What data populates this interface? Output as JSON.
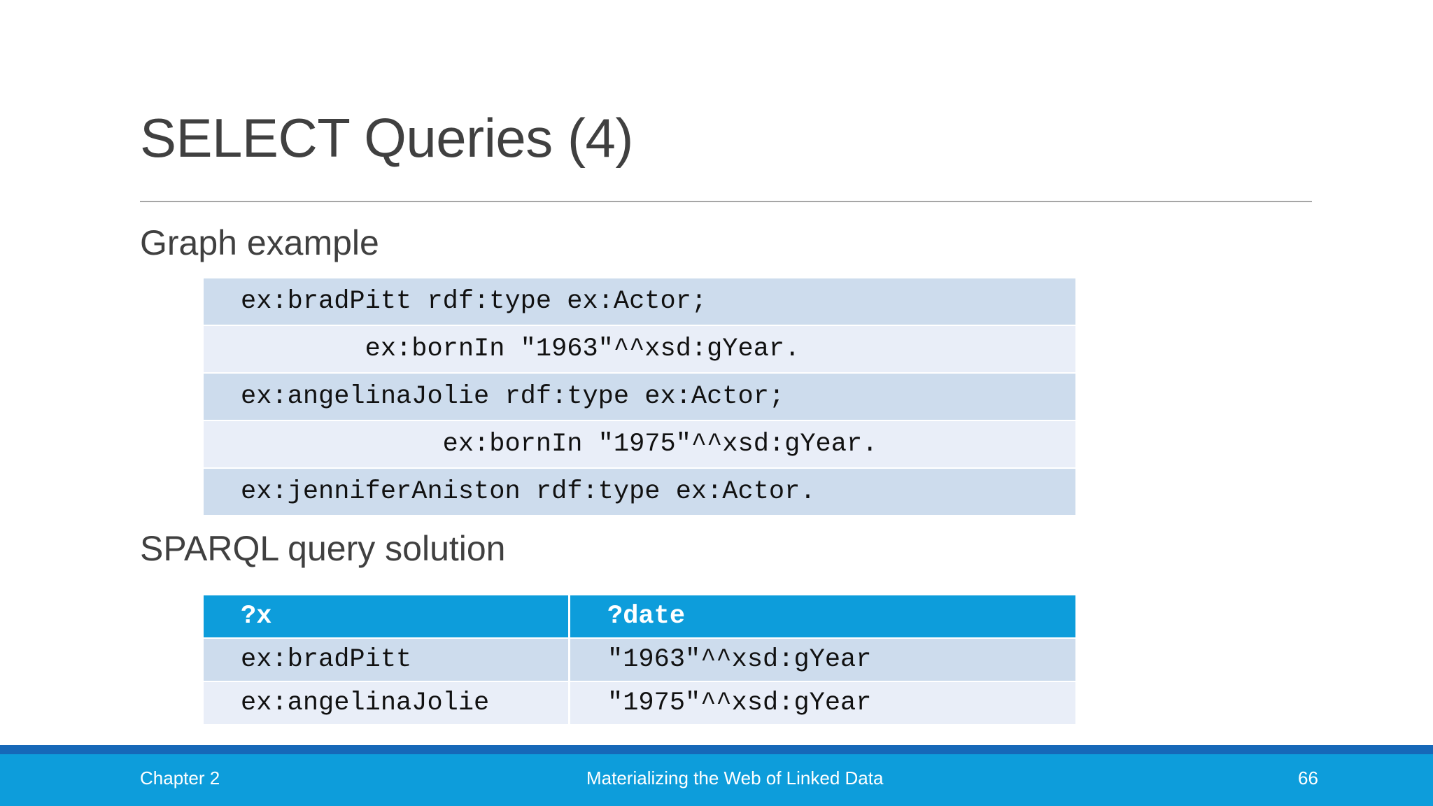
{
  "slide": {
    "title": "SELECT Queries (4)",
    "accent_blue": "#0d9ddb",
    "footer_top_blue": "#1668b8",
    "row_dark": "#cddced",
    "row_light": "#e9eef8",
    "title_color": "#404040"
  },
  "graph_section": {
    "heading": "Graph example",
    "rows": [
      {
        "text": "ex:bradPitt rdf:type ex:Actor;"
      },
      {
        "text": "        ex:bornIn \"1963\"^^xsd:gYear."
      },
      {
        "text": "ex:angelinaJolie rdf:type ex:Actor;"
      },
      {
        "text": "             ex:bornIn \"1975\"^^xsd:gYear."
      },
      {
        "text": "ex:jenniferAniston rdf:type ex:Actor."
      }
    ]
  },
  "solution_section": {
    "heading": "SPARQL query solution",
    "table": {
      "headers": [
        "?x",
        "?date"
      ],
      "rows": [
        [
          "ex:bradPitt",
          "\"1963\"^^xsd:gYear"
        ],
        [
          "ex:angelinaJolie",
          "\"1975\"^^xsd:gYear"
        ]
      ]
    }
  },
  "footer": {
    "chapter": "Chapter 2",
    "center": "Materializing the Web of Linked Data",
    "page": "66"
  }
}
